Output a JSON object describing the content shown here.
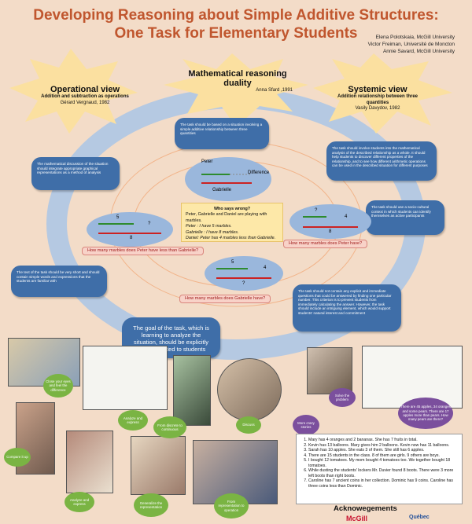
{
  "title": {
    "line1": "Developing Reasoning about Simple Additive Structures:",
    "line2": "One Task for Elementary Students"
  },
  "authors": [
    "Elena Polotskaia, McGill University",
    "Victor Freiman, Université de Moncton",
    "Annie Savard, McGill University"
  ],
  "views": {
    "operational": {
      "heading": "Operational view",
      "sub": "Addition and subtraction as operations",
      "author": "Gérard Vergnaud, 1982"
    },
    "mathematical": {
      "heading": "Mathematical reasoning duality",
      "author": "Anna Sfard ,1991"
    },
    "systemic": {
      "heading": "Systemic view",
      "sub": "Addition relationship between three quantities",
      "author": "Vasily Davydov, 1982"
    }
  },
  "boxes": {
    "situation": "The task should be based on a situation involving a simple additive relationship between three quantities",
    "discussion": "The mathematical discussion of the situation should integrate appropriate graphical representations as a method of analysis",
    "involve": "The task should involve students into the mathematical analysis of the described relationship as a whole. It should help students to discover different properties of the relationship, and to see how different arithmetic operations can be used in the described situation for different purposes",
    "context": "The task should use a socio-cultural context in which students can identify themselves as active participants",
    "short": "The text of the task should be very short and should contain simple words and expressions that the students are familiar with",
    "explicit": "The task should not contain any explicit and immediate questions that could be answered by finding one particular number. This criterion is to prevent students from immediately calculating the answer. However, the task should include an intriguing element, which would support students' natural interest and commitment"
  },
  "goal": "The goal of the task, which is learning to analyze the situation, should be explicitly communicated to students",
  "diagram": {
    "peter": "Peter",
    "difference": "Difference",
    "gabrielle": "Gabrielle",
    "left_top": "5",
    "left_q": "?",
    "left_bottom": "8",
    "right_top": "?",
    "right_mid": "4",
    "right_bottom": "8",
    "bottom_top": "5",
    "bottom_mid": "4",
    "bottom_q": "?"
  },
  "whosays": {
    "heading": "Who says wrong?",
    "lines": [
      "Peter, Gabrielle and Daniel are playing with marbles.",
      "Peter : I have 5 marbles.",
      "Gabrielle : I have 8 marbles.",
      "Daniel: Peter has 4 marbles less than Gabrielle."
    ]
  },
  "questions": {
    "q1": "How many marbles does Peter have less than Gabrielle?",
    "q2": "How many marbles does Peter have?",
    "q3": "How many marbles does Gabrielle have?"
  },
  "bubbles": {
    "close_eyes": "Close your eyes and feel the difference",
    "analyze1": "Analyze and express",
    "discrete": "From discrete to continuous",
    "discuss": "Discuss",
    "compare": "Compare it up",
    "analyze2": "Analyze and express",
    "generalize": "Generalize the representation",
    "representation": "From representation to operation",
    "crazy": "More crazy stories",
    "solve": "Solve the problem",
    "apples": "There are 45 apples, 34 oranges and some pears. There are 17 apples more than pears. How many pears are there?"
  },
  "tasks": [
    "Mary has 4 oranges and 2 bananas. She has 7 fruits in total.",
    "Kevin has 13 balloons. Mary gives him 2 balloons. Kevin now has 11 balloons.",
    "Sarah has 10 apples. She eats 3 of them. She still has 6 apples.",
    "There are 15 students in the class. 8 of them are girls. 9 others are boys.",
    "I bought 12 tomatoes. My mom bought 4 tomatoes too. We together bought 18 tomatoes.",
    "While dusting the students' lockers Mr. Duvier found 8 boots. There were 3 more left boots than right boots.",
    "Caroline has 7 ancient coins in her collection. Dominic has 9 coins. Caroline has three coins less than Dominic."
  ],
  "ack": {
    "heading": "Acknowegements",
    "logos": [
      "McGill",
      "Québec"
    ]
  },
  "colors": {
    "title": "#c0562e",
    "box": "#3f6ea8",
    "green": "#7ab443",
    "purple": "#7b4f9d",
    "ring": "#a9c6e6",
    "star": "#fbe0a0"
  }
}
